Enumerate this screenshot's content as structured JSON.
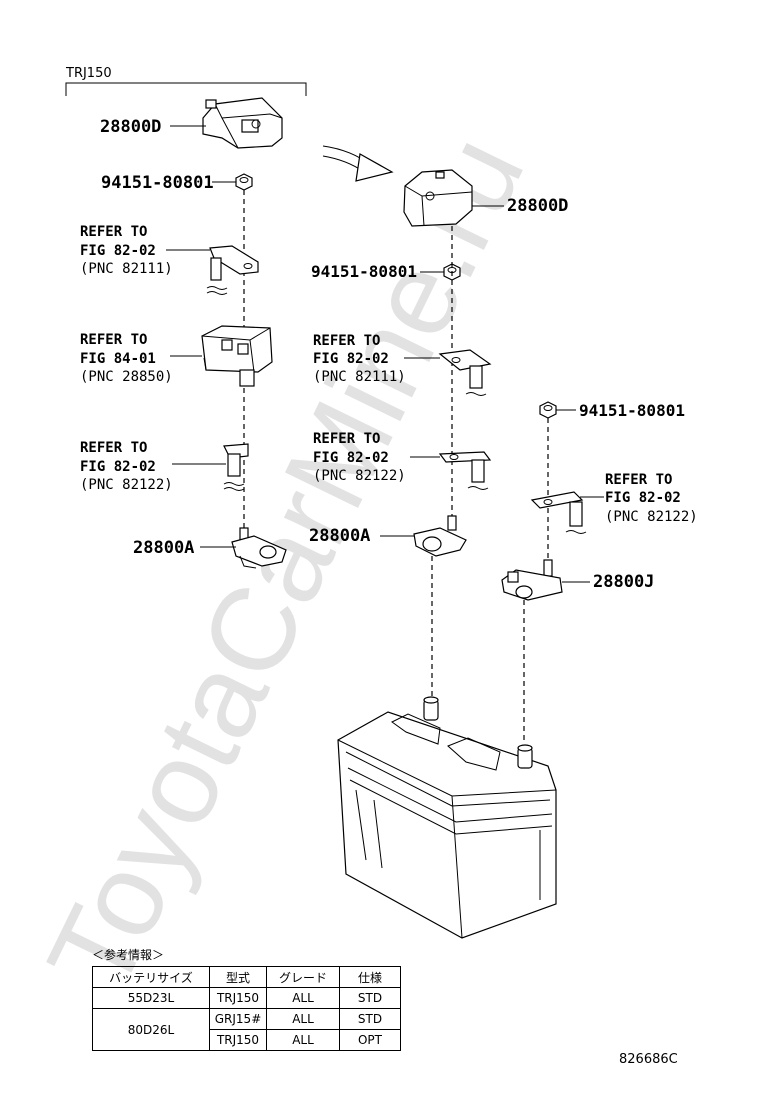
{
  "watermark": "ToyotaCarMine.ru",
  "group_label": "TRJ150",
  "doc_code": "826686C",
  "parts": {
    "clamp_cover_left": "28800D",
    "clamp_cover_right": "28800D",
    "nut_left": "94151-80801",
    "nut_center": "94151-80801",
    "nut_right": "94151-80801",
    "terminal_left": "28800A",
    "terminal_center": "28800A",
    "terminal_right": "28800J"
  },
  "refs": {
    "ref_left_1": [
      "REFER TO",
      "FIG 82-02",
      "(PNC 82111)"
    ],
    "ref_left_2": [
      "REFER TO",
      "FIG 84-01",
      "(PNC 28850)"
    ],
    "ref_left_3": [
      "REFER TO",
      "FIG 82-02",
      "(PNC 82122)"
    ],
    "ref_center_1": [
      "REFER TO",
      "FIG 82-02",
      "(PNC 82111)"
    ],
    "ref_center_2": [
      "REFER TO",
      "FIG 82-02",
      "(PNC 82122)"
    ],
    "ref_right_1": [
      "REFER TO",
      "FIG 82-02",
      "(PNC 82122)"
    ]
  },
  "info_table": {
    "caption": "＜参考情報＞",
    "headers": [
      "バッテリサイズ",
      "型式",
      "グレード",
      "仕様"
    ],
    "rows": [
      {
        "battery": "55D23L",
        "model": "TRJ150",
        "grade": "ALL",
        "spec": "STD"
      },
      {
        "battery": "80D26L",
        "model": "GRJ15#",
        "grade": "ALL",
        "spec": "STD"
      },
      {
        "battery": "",
        "model": "TRJ150",
        "grade": "ALL",
        "spec": "OPT"
      }
    ]
  }
}
